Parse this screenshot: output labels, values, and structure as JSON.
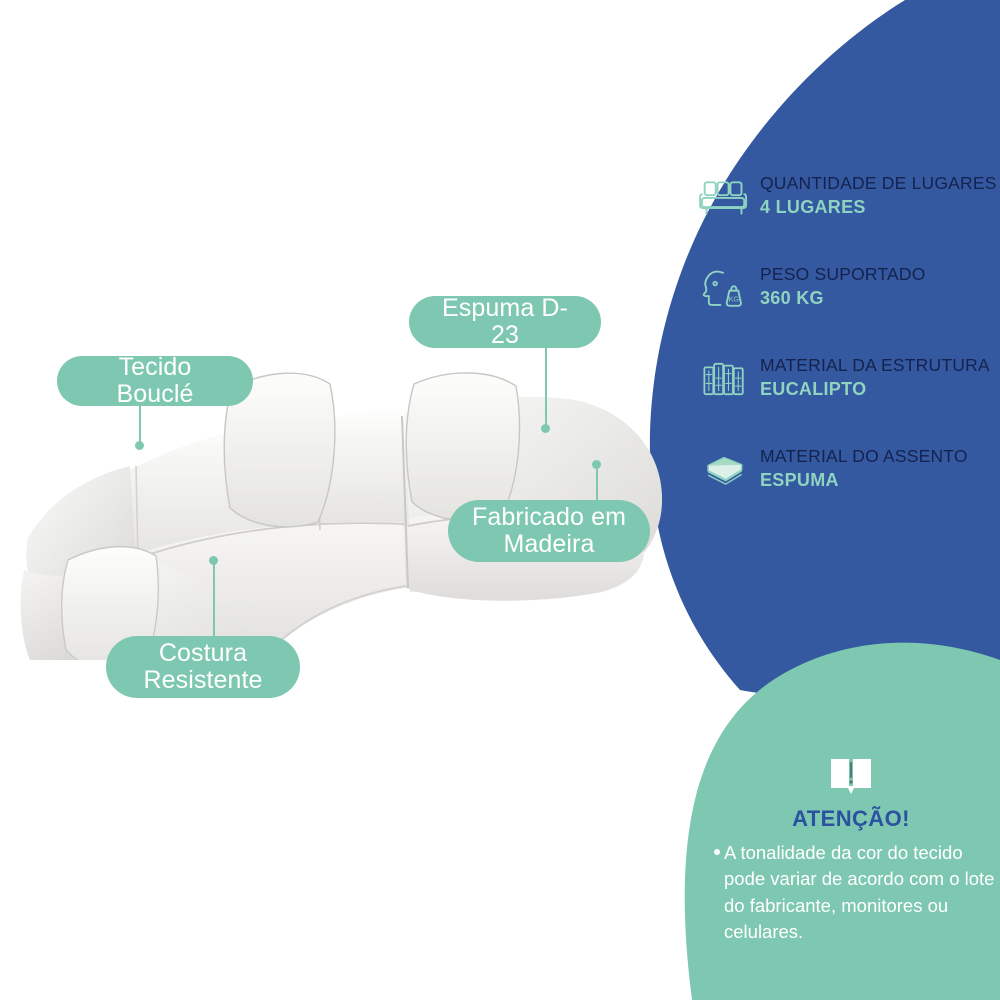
{
  "colors": {
    "blue_blob": "#3459A0",
    "green_blob": "#7EC8B1",
    "pill_green": "#7EC8B1",
    "spec_label_navy": "#15224E",
    "spec_value_mint": "#8FD3C1",
    "icon_outline": "#8FD3C1",
    "attention_title_blue": "#2B52A0",
    "page_background": "#FFFFFF",
    "sofa_fabric": "#EDECEA"
  },
  "product_callouts": [
    {
      "id": "tecido",
      "label": "Tecido Bouclé",
      "icon": "fabric-callout-icon"
    },
    {
      "id": "espuma",
      "label": "Espuma D-23",
      "icon": "foam-callout-icon"
    },
    {
      "id": "madeira",
      "label": "Fabricado em\nMadeira",
      "icon": "wood-callout-icon"
    },
    {
      "id": "costura",
      "label": "Costura\nResistente",
      "icon": "stitching-callout-icon"
    }
  ],
  "specs": [
    {
      "icon": "sofa-icon",
      "label": "QUANTIDADE DE LUGARES",
      "value": "4 LUGARES"
    },
    {
      "icon": "weight-capacity-icon",
      "label": "PESO SUPORTADO",
      "value": "360 KG"
    },
    {
      "icon": "wood-planks-icon",
      "label": "MATERIAL DA ESTRUTURA",
      "value": "EUCALIPTO"
    },
    {
      "icon": "foam-layers-icon",
      "label": "MATERIAL DO ASSENTO",
      "value": "ESPUMA"
    }
  ],
  "attention": {
    "icon": "open-book-alert-icon",
    "title": "ATENÇÃO!",
    "text": "A tonalidade da cor do tecido pode variar de acordo com o lote do fabricante, monitores ou celulares."
  },
  "product_image": {
    "alt": "Sofá curvo modular de 4 lugares em tecido bouclé off-white com três almofadas"
  }
}
